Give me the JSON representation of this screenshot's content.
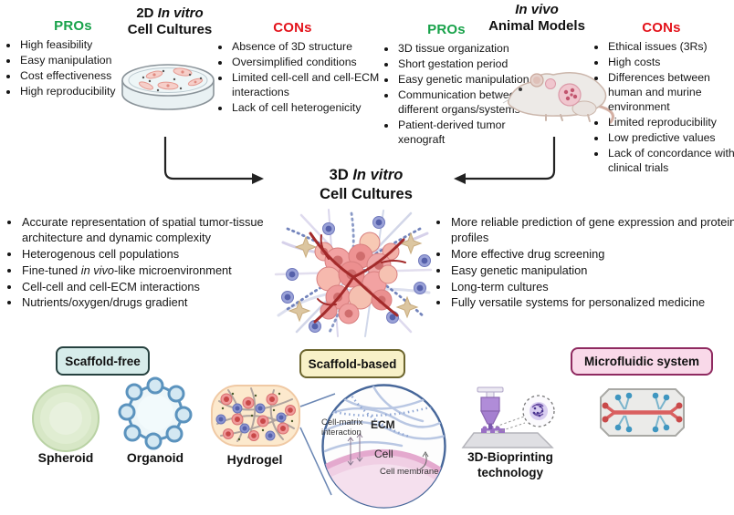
{
  "top_left": {
    "pros_label": "PROs",
    "pros_items": [
      "High feasibility",
      "Easy manipulation",
      "Cost effectiveness",
      "High reproducibility"
    ],
    "title_prefix": "2D ",
    "title_italic": "In vitro",
    "title_line2": "Cell Cultures",
    "cons_label": "CONs",
    "cons_items": [
      "Absence of 3D structure",
      "Oversimplified conditions",
      "Limited cell-cell and cell-ECM interactions",
      "Lack of cell heterogenicity"
    ]
  },
  "top_right": {
    "pros_label": "PROs",
    "pros_items": [
      "3D tissue organization",
      "Short gestation period",
      "Easy genetic manipulation",
      "Communication between different organs/systems",
      "Patient-derived tumor xenograft"
    ],
    "title_italic": "In vivo",
    "title_line2": "Animal Models",
    "cons_label": "CONs",
    "cons_items": [
      "Ethical issues (3Rs)",
      "High costs",
      "Differences between human and murine environment",
      "Limited reproducibility",
      "Low predictive values",
      "Lack of concordance with clinical trials"
    ]
  },
  "center": {
    "title_prefix": "3D ",
    "title_italic": "In vitro",
    "title_line2": "Cell Cultures",
    "left_items_a": [
      "Accurate representation of spatial tumor-tissue architecture and dynamic complexity",
      "Heterogenous cell populations"
    ],
    "fine_tuned": {
      "pre": "Fine-tuned ",
      "italic": "in vivo",
      "post": "-like microenvironment"
    },
    "left_items_b": [
      "Cell-cell and cell-ECM interactions",
      "Nutrients/oxygen/drugs gradient"
    ],
    "right_items": [
      "More reliable prediction of gene expression and protein profiles",
      "More effective drug screening",
      "Easy genetic manipulation",
      "Long-term cultures",
      "Fully versatile systems for personalized medicine"
    ]
  },
  "bottom": {
    "scaffold_free_label": "Scaffold-free",
    "scaffold_based_label": "Scaffold-based",
    "microfluidic_label": "Microfluidic system",
    "spheroid_label": "Spheroid",
    "organoid_label": "Organoid",
    "hydrogel_label": "Hydrogel",
    "bioprinting_line1": "3D-Bioprinting",
    "bioprinting_line2": "technology",
    "inset": {
      "cell_matrix": "Cell-matrix interaction",
      "ecm": "ECM",
      "cell": "Cell",
      "cell_membrane": "Cell membrane"
    }
  },
  "colors": {
    "pros_green": "#18a24a",
    "cons_red": "#e3131b",
    "scaffold_free_bg": "#d6ecea",
    "scaffold_based_bg": "#f8f1c8",
    "microfluidic_bg": "#f9d9e9"
  }
}
